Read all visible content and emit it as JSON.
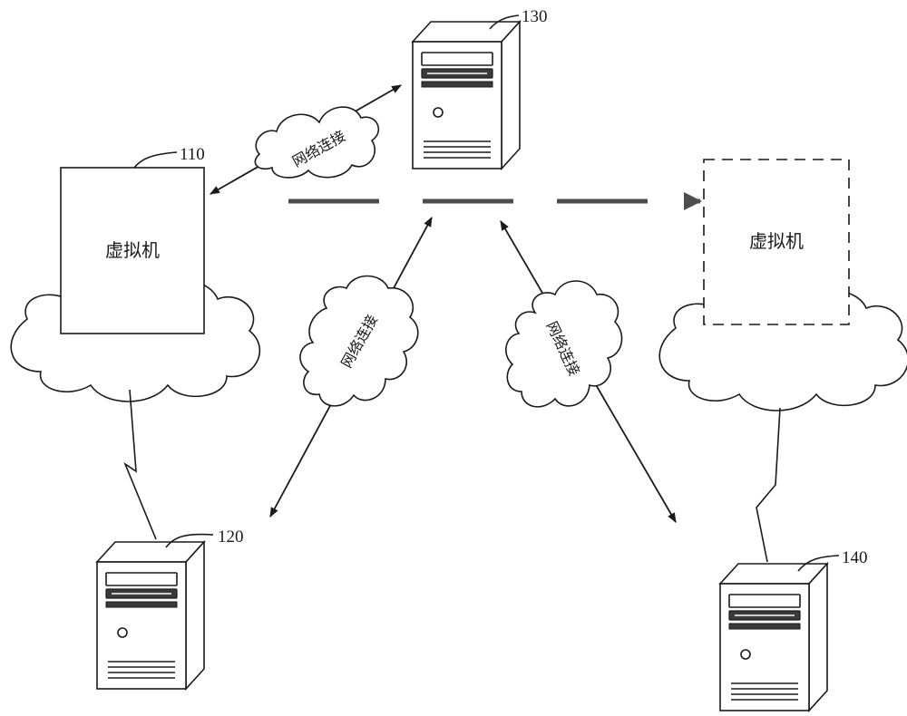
{
  "labels": {
    "server_130": "130",
    "vm_110": "110",
    "server_120": "120",
    "server_140": "140"
  },
  "vm_text": {
    "source": "虚拟机",
    "target": "虚拟机"
  },
  "connections": {
    "top": "网络连接",
    "left": "网络连接",
    "right": "网络连接"
  },
  "colors": {
    "line": "#1a1a1a",
    "migration_arrow": "#4d4d4d",
    "background": "#ffffff"
  },
  "icons": {
    "server": "server-tower-icon",
    "cloud": "cloud-icon",
    "wireless": "lightning-link-icon"
  }
}
